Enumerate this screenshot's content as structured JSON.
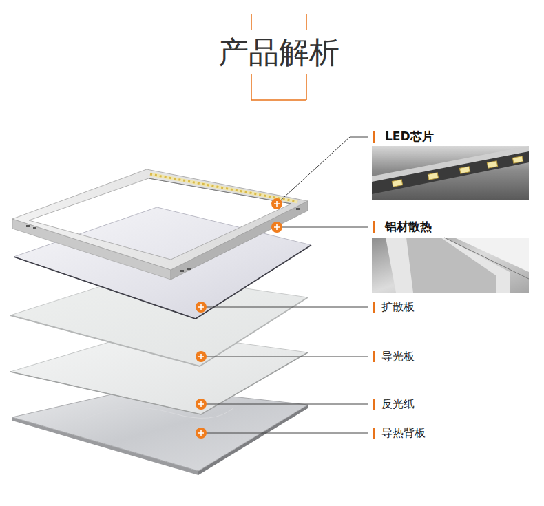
{
  "diagram": {
    "title": "产品解析",
    "labels": [
      "LED芯片",
      "铝材散热",
      "扩散板",
      "导光板",
      "反光纸",
      "导热背板"
    ]
  }
}
